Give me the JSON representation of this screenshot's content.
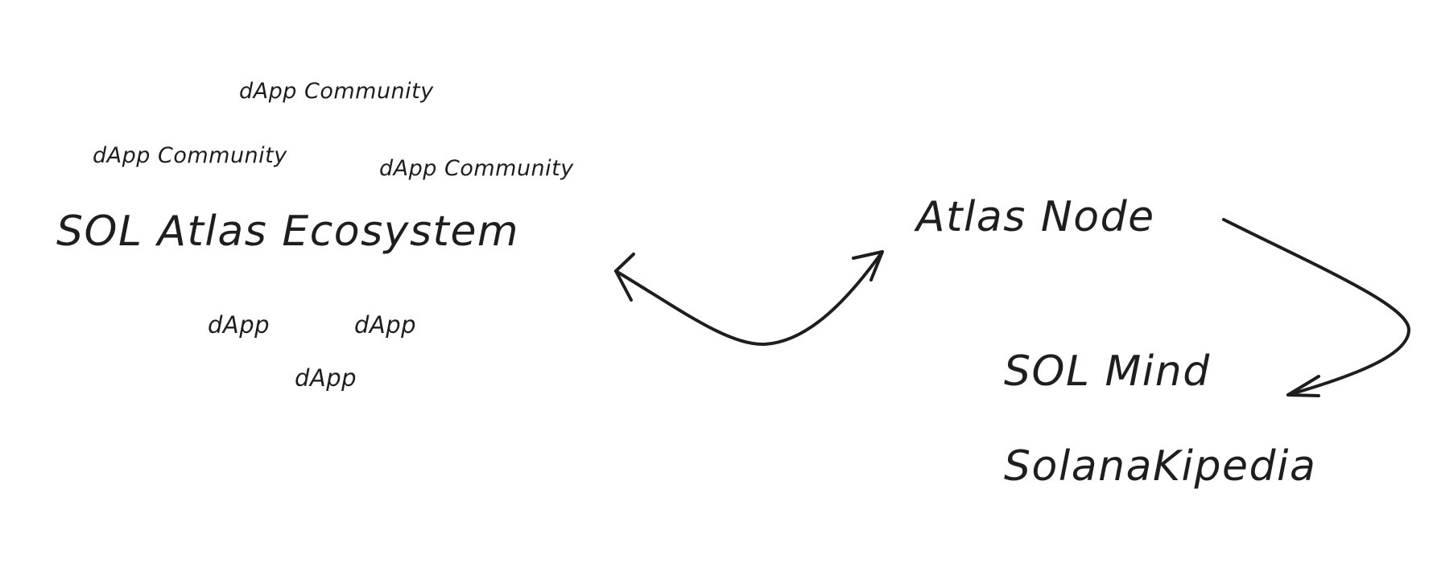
{
  "diagram": {
    "nodes": {
      "community_1": "dApp Community",
      "community_2": "dApp Community",
      "community_3": "dApp Community",
      "ecosystem": "SOL Atlas Ecosystem",
      "dapp_1": "dApp",
      "dapp_2": "dApp",
      "dapp_3": "dApp",
      "atlas_node": "Atlas Node",
      "sol_mind": "SOL Mind",
      "kipedia": "SolanaKipedia"
    },
    "connections": [
      {
        "from": "SOL Atlas Ecosystem",
        "to": "Atlas Node",
        "direction": "bidirectional"
      },
      {
        "from": "Atlas Node",
        "to": "SOL Mind",
        "direction": "forward"
      }
    ],
    "colors": {
      "ink": "#1e1e1e",
      "background": "#ffffff"
    }
  }
}
